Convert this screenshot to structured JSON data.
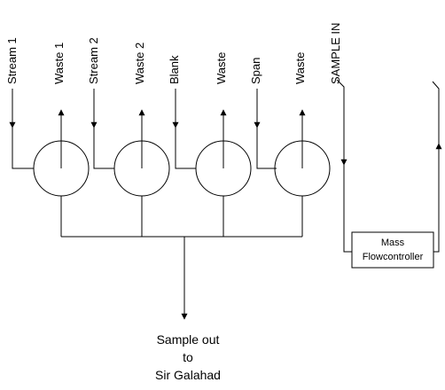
{
  "valves": [
    {
      "in_label": "Stream 1",
      "out_label": "Waste 1"
    },
    {
      "in_label": "Stream 2",
      "out_label": "Waste 2"
    },
    {
      "in_label": "Blank",
      "out_label": "Waste"
    },
    {
      "in_label": "Span",
      "out_label": "Waste"
    }
  ],
  "sample_in_label": "SAMPLE IN",
  "flow_controller": {
    "line1": "Mass",
    "line2": "Flowcontroller"
  },
  "output_label": {
    "line1": "Sample out",
    "line2": "to",
    "line3": "Sir Galahad"
  }
}
